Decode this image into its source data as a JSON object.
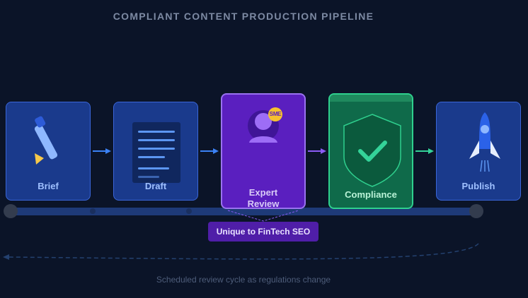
{
  "title": "COMPLIANT CONTENT PRODUCTION PIPELINE",
  "stages": [
    {
      "label": "Brief",
      "icon": "pen-icon"
    },
    {
      "label": "Draft",
      "icon": "document-icon"
    },
    {
      "label": "Expert\nReview",
      "icon": "expert-avatar-icon",
      "badge": "SME"
    },
    {
      "label": "Compliance",
      "icon": "shield-check-icon"
    },
    {
      "label": "Publish",
      "icon": "rocket-icon"
    }
  ],
  "expert_tag": "Unique to FinTech SEO",
  "cycle_note": "Scheduled review cycle as regulations change",
  "colors": {
    "background": "#0b1428",
    "standard_stage": "#1a3a8c",
    "expert_stage": "#5a1fbf",
    "compliance_stage": "#0f6a4a",
    "badge": "#f6c12f",
    "arrow_blue": "#3b82f6",
    "arrow_purple": "#8b5cf6",
    "arrow_green": "#34d399"
  }
}
